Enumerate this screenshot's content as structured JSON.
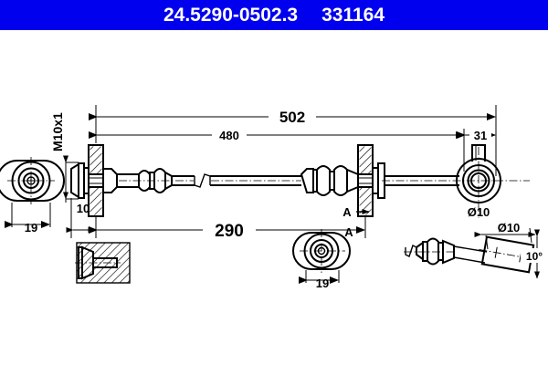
{
  "header": {
    "part_number": "24.5290-0502.3",
    "reference_number": "331164",
    "background_color": "#0000ee",
    "text_color": "#ffffff"
  },
  "drawing": {
    "type": "brake-hose-technical-drawing",
    "line_color": "#000000",
    "background_color": "#ffffff",
    "dimensions": {
      "overall_length": "502",
      "hose_length": "480",
      "bracket_to_bracket": "290",
      "right_end_offset": "31",
      "left_fitting_offset": "10",
      "bracket_width_left": "19",
      "bracket_width_section_a": "19",
      "thread": "M10x1",
      "banjo_bore": "Ø10",
      "banjo_angle": "10°"
    },
    "labels": {
      "section_marker": "A",
      "section_view_marker": "A"
    }
  }
}
